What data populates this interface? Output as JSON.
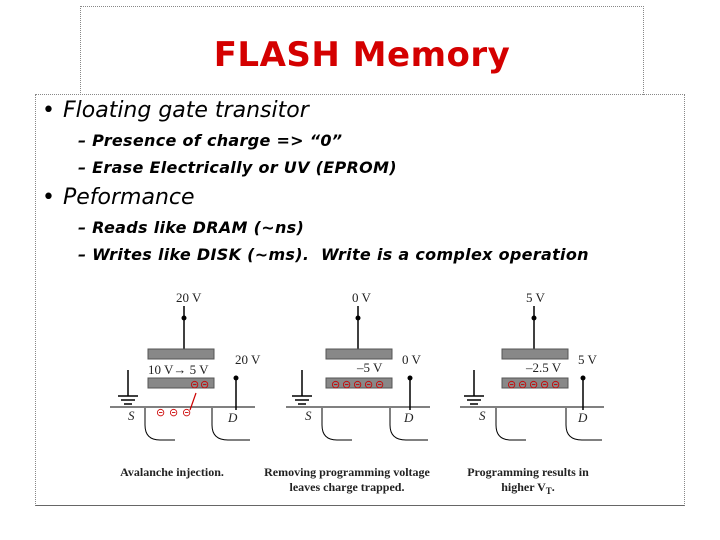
{
  "slide": {
    "title": "FLASH Memory",
    "bullets": [
      {
        "text": "Floating gate transitor",
        "subs": [
          "– Presence of charge => “0”",
          "– Erase Electrically or UV (EPROM)"
        ]
      },
      {
        "text": "Peformance",
        "subs": [
          "– Reads like DRAM (~ns)",
          "– Writes like DISK (~ms).  Write is a complex operation"
        ]
      }
    ],
    "bullet_symbol": "•"
  },
  "diagram": {
    "panels": [
      {
        "gate_voltage": "20 V",
        "drain_voltage": "20 V",
        "floating_gate_label": "10 V→ 5 V",
        "source_label": "S",
        "drain_label": "D",
        "caption": [
          "Avalanche injection."
        ]
      },
      {
        "gate_voltage": "0 V",
        "drain_voltage": "0 V",
        "floating_gate_label": "–5 V",
        "source_label": "S",
        "drain_label": "D",
        "caption": [
          "Removing programming voltage",
          "leaves charge trapped."
        ]
      },
      {
        "gate_voltage": "5 V",
        "drain_voltage": "5 V",
        "floating_gate_label": "–2.5 V",
        "source_label": "S",
        "drain_label": "D",
        "caption": [
          "Programming results in",
          "higher V"
        ],
        "caption_subscript": "T",
        "caption_suffix": "."
      }
    ],
    "electron_symbol": "⊝"
  }
}
